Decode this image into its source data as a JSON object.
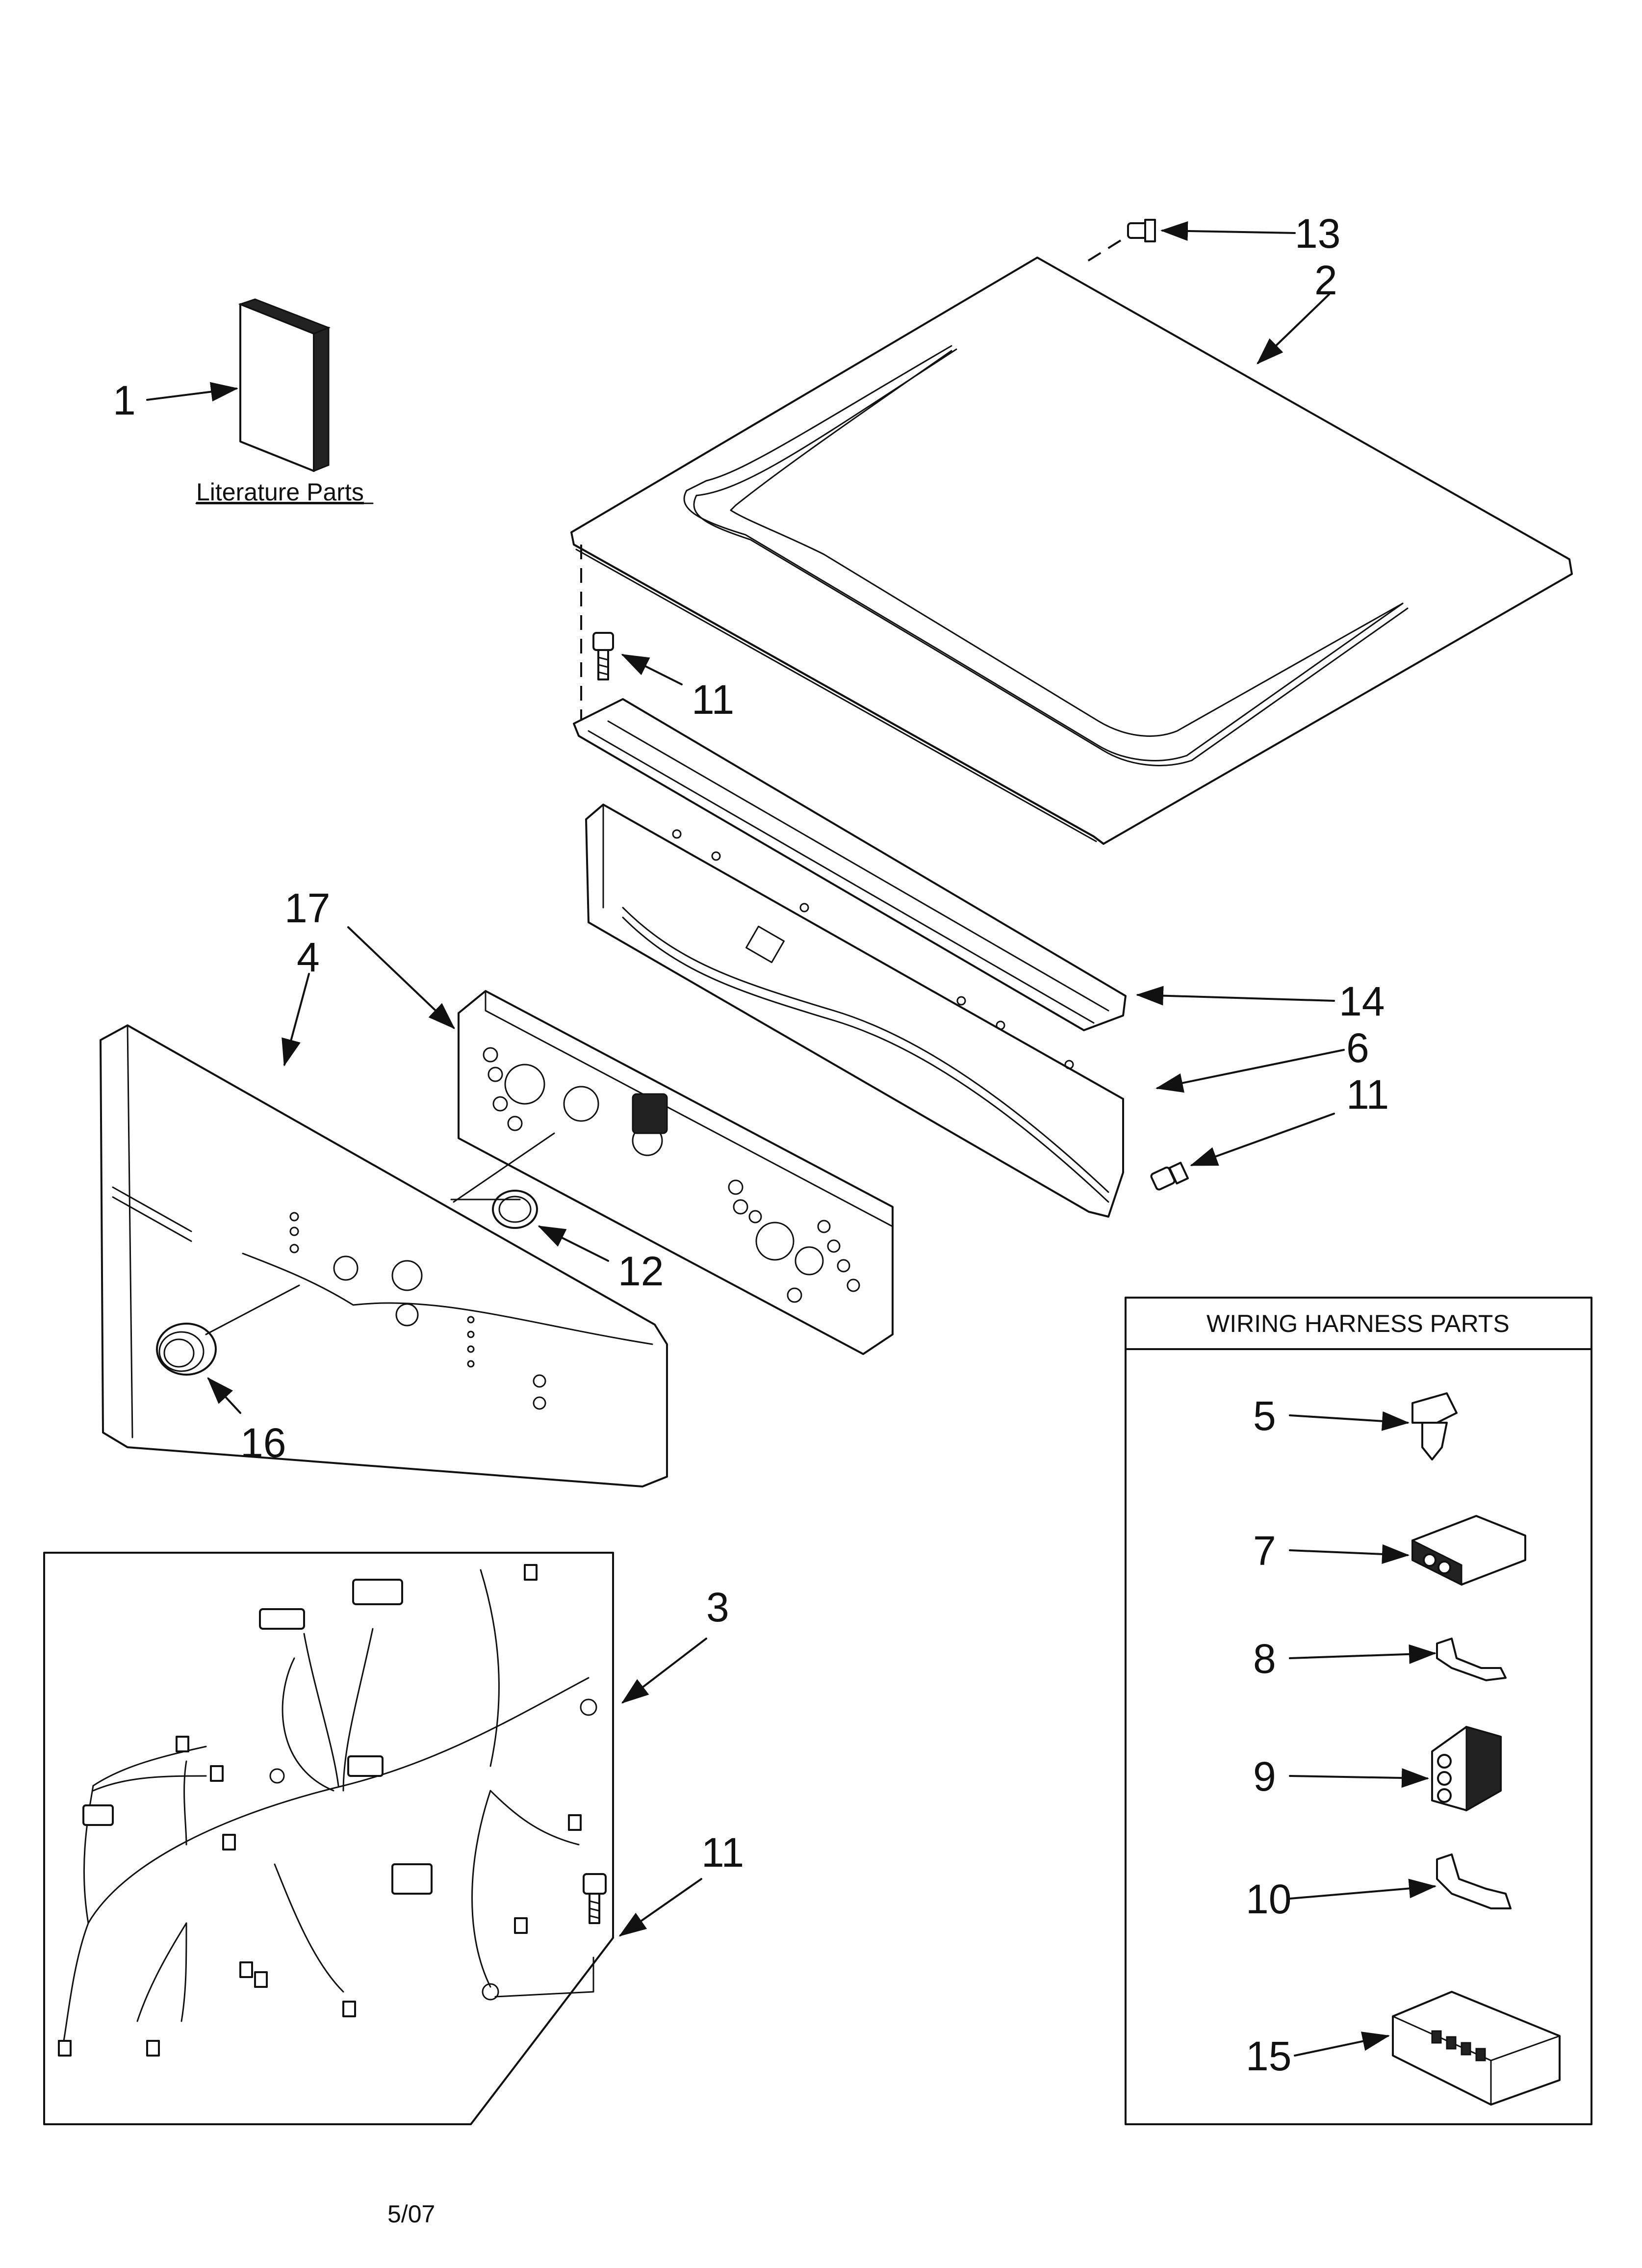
{
  "literature_label": "Literature Parts",
  "wiring_box_title": "WIRING HARNESS PARTS",
  "date_code": "5/07",
  "callouts": {
    "c1": "1",
    "c2": "2",
    "c3": "3",
    "c4": "4",
    "c5": "5",
    "c6": "6",
    "c7": "7",
    "c8": "8",
    "c9": "9",
    "c10": "10",
    "c11a": "11",
    "c11b": "11",
    "c11c": "11",
    "c12": "12",
    "c13": "13",
    "c14": "14",
    "c15": "15",
    "c16": "16",
    "c17": "17"
  }
}
